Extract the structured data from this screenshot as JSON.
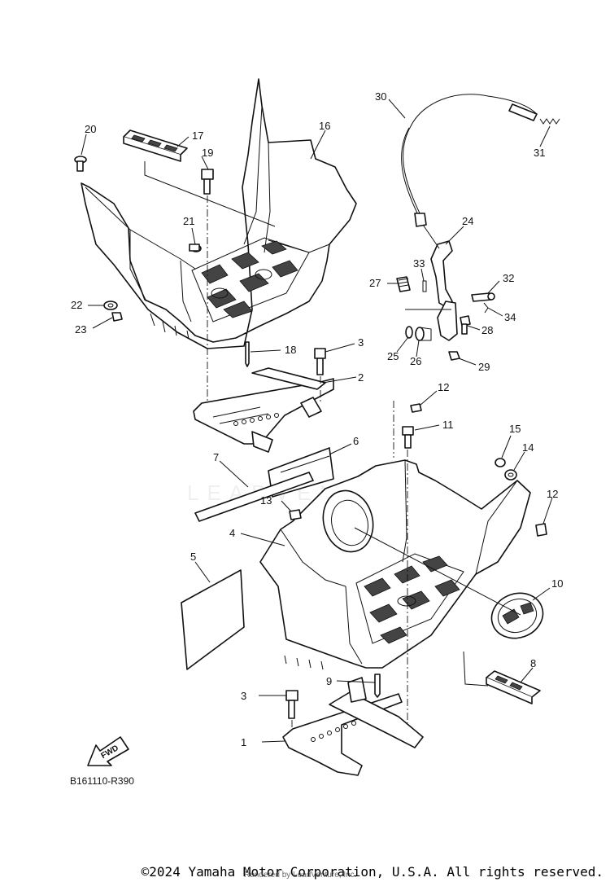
{
  "diagram": {
    "code": "B161110-R390",
    "fwd_label": "FWD",
    "watermark": "LEADVENTURE",
    "callouts": [
      "1",
      "2",
      "3",
      "3",
      "4",
      "5",
      "6",
      "7",
      "8",
      "9",
      "10",
      "11",
      "12",
      "12",
      "13",
      "14",
      "15",
      "16",
      "17",
      "18",
      "19",
      "20",
      "21",
      "22",
      "23",
      "24",
      "25",
      "26",
      "27",
      "28",
      "29",
      "30",
      "31",
      "32",
      "33",
      "34"
    ]
  },
  "footer": {
    "copyright": "©2024 Yamaha Motor Corporation, U.S.A. All rights reserved.",
    "rendered_by": "Rendered by LeadVenture, Inc."
  }
}
